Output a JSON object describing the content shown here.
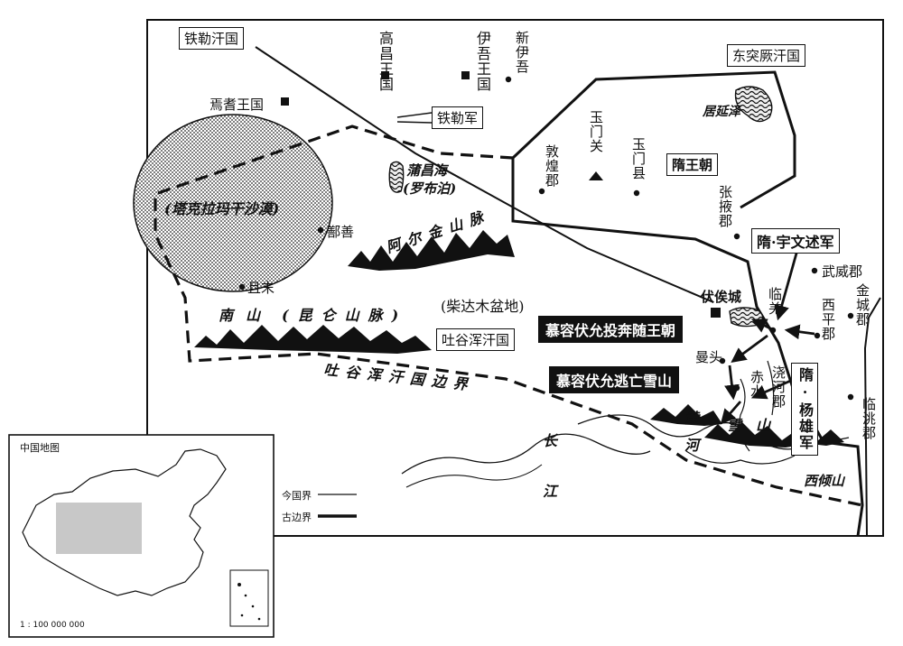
{
  "states": {
    "tiele": "铁勒汗国",
    "east_turk": "东突厥汗国",
    "sui": "隋王朝",
    "tuyuhun": "吐谷浑汗国",
    "tuyuhun_border": "吐谷浑汗国边界",
    "gaochang": "高昌王国",
    "yiwu": "伊吾王国",
    "xinyiwu": "新伊吾",
    "yanqi": "焉耆王国"
  },
  "armies": {
    "tiele_army": "铁勒军",
    "yuwenshu": "隋·宇文述军",
    "yangxiong": "隋·杨雄军"
  },
  "events": {
    "flee_sui": "慕容伏允投奔随王朝",
    "flee_snow": "慕容伏允逃亡雪山"
  },
  "places": {
    "taklamakan": "(塔克拉玛干沙漠)",
    "shanshan": "鄯善",
    "qiemo": "且末",
    "puchanghai": "蒲昌海",
    "lopnur": "(罗布泊)",
    "dunhuang": "敦煌郡",
    "yumenguan": "玉门关",
    "yumenxian": "玉门县",
    "juyanze": "居延泽",
    "zhangye": "张掖郡",
    "wuwei": "武威郡",
    "jincheng": "金城郡",
    "xiping": "西平郡",
    "linqiang": "临羌",
    "fusicheng": "伏俟城",
    "mantou": "曼头",
    "chishui": "赤水",
    "jiaohe": "浇河郡",
    "lintao": "临洮郡",
    "qaidam": "(柴达木盆地)",
    "altun": "阿尔金山脉",
    "nanshan": "南山",
    "kunlun": "(昆仑山脉)",
    "xueshan": "雪山",
    "xiqingshan": "西倾山",
    "huanghe": "黄河",
    "changjiang": "长江"
  },
  "inset": {
    "title": "中国地图",
    "modern_border": "今国界",
    "ancient_border": "古边界",
    "scale": "1 : 100 000 000"
  }
}
